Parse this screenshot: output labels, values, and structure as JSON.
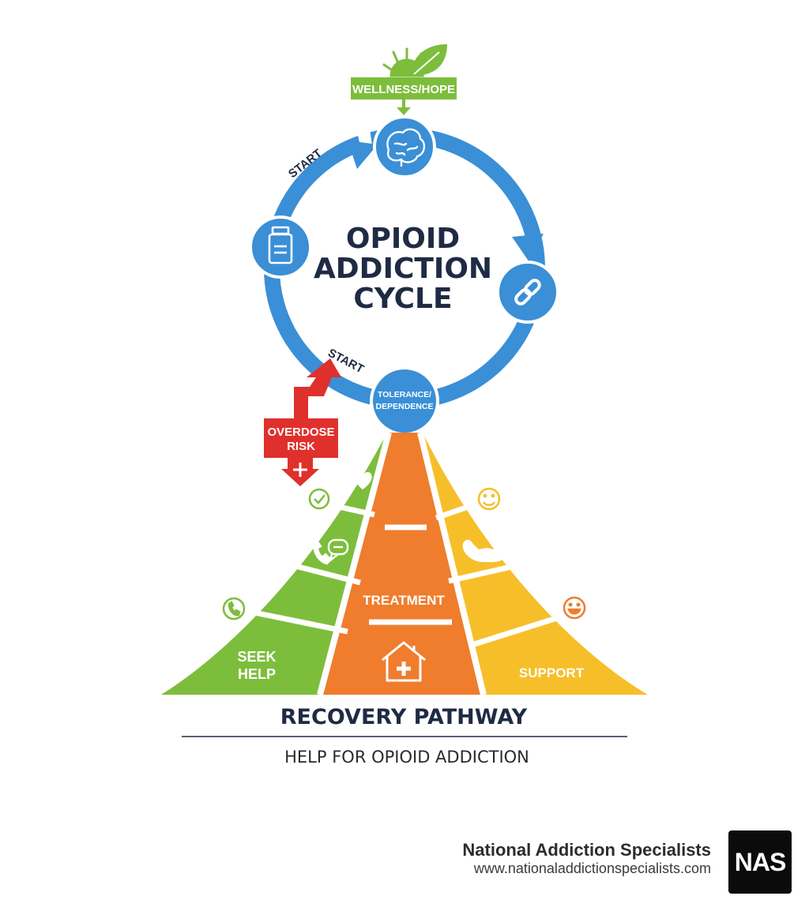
{
  "cycle": {
    "title_lines": [
      "OPIOID",
      "ADDICTION",
      "CYCLE"
    ],
    "start_label_1": "START",
    "start_label_2": "START",
    "wellness_label": "WELLNESS/HOPE",
    "tolerance_lines": [
      "TOLERANCE/",
      "DEPENDENCE"
    ],
    "overdose_lines": [
      "OVERDOSE",
      "RISK"
    ],
    "nodes": [
      "brain-icon",
      "medicine-bottle-icon",
      "chain-link-icon"
    ]
  },
  "pathway": {
    "seek_help_lines": [
      "SEEK",
      "HELP"
    ],
    "treatment_label": "TREATMENT",
    "support_label": "SUPPORT",
    "heading": "RECOVERY PATHWAY",
    "subheading": "HELP FOR OPIOID ADDICTION"
  },
  "footer": {
    "org_name": "National Addiction Specialists",
    "url": "www.nationaladdictionspecialists.com",
    "logo_text": "NAS"
  },
  "colors": {
    "blue": "#3a8fd6",
    "green": "#7dbd3c",
    "orange": "#ef7d2d",
    "yellow": "#f6bf2a",
    "red": "#e0302c",
    "navy": "#1f2b44"
  }
}
